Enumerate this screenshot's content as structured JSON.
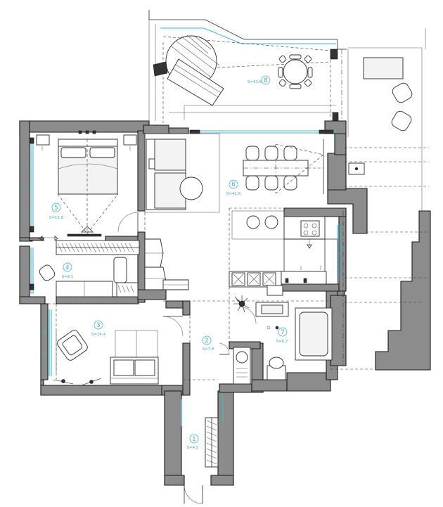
{
  "rooms": [
    {
      "id": "1",
      "num": "1",
      "area": "S=4.5"
    },
    {
      "id": "2",
      "num": "2",
      "area": "S=7.8"
    },
    {
      "id": "3",
      "num": "3",
      "area": "S=14.4"
    },
    {
      "id": "4",
      "num": "4",
      "area": "S=9.1"
    },
    {
      "id": "5",
      "num": "5",
      "area": "S=15.9"
    },
    {
      "id": "6",
      "num": "6",
      "area": "S=41.8"
    },
    {
      "id": "7",
      "num": "7",
      "area": "S=6.7"
    },
    {
      "id": "8",
      "num": "8",
      "area": "S=43.6"
    }
  ],
  "colors": {
    "walls": "#8c8c8c",
    "glazing": "#3fb6d6",
    "labels": "#3fa7d0",
    "lines": "#2a2a2a"
  },
  "icons": [
    "double-bed",
    "sofa",
    "armchair",
    "round-table",
    "dining-table",
    "chairs",
    "stove",
    "sink",
    "toilet",
    "shower",
    "bathtub",
    "plant",
    "spiral-stair",
    "wardrobe",
    "doors"
  ]
}
